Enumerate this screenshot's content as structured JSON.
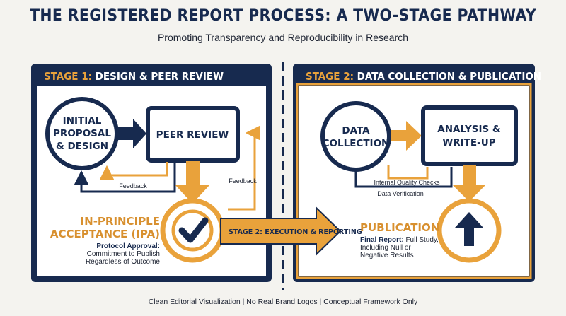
{
  "header": {
    "title": "THE REGISTERED REPORT PROCESS: A TWO-STAGE PATHWAY",
    "subtitle": "Promoting Transparency and Reproducibility in Research"
  },
  "stage1": {
    "number": "STAGE 1:",
    "name": " DESIGN & PEER REVIEW",
    "nodes": {
      "proposal": [
        "INITIAL",
        "PROPOSAL",
        "& DESIGN"
      ],
      "peer_review": "PEER REVIEW"
    },
    "feedback_left": "Feedback",
    "feedback_right": "Feedback",
    "ipa": {
      "heading": [
        "IN-PRINCIPLE",
        "ACCEPTANCE (IPA)"
      ],
      "note_bold": "Protocol Approval:",
      "note_lines": [
        "Commitment to Publish",
        "Regardless of Outcome"
      ]
    }
  },
  "stage2": {
    "number": "STAGE 2:",
    "name": " DATA COLLECTION & PUBLICATION",
    "nodes": {
      "data_collection": [
        "DATA",
        "COLLECTION"
      ],
      "analysis": [
        "ANALYSIS &",
        "WRITE-UP"
      ]
    },
    "quality_checks": "Internal Quality Checks",
    "verification": "Data Verification",
    "publication": {
      "heading": "PUBLICATION",
      "note_bold": "Final Report:",
      "note_first": " Full Study,",
      "note_lines": [
        "Including Null or",
        "Negative Results"
      ]
    }
  },
  "transition_banner": "STAGE 2: EXECUTION & REPORTING",
  "footer": "Clean Editorial Visualization | No Real Brand Logos | Conceptual Framework Only",
  "colors": {
    "navy": "#172a4f",
    "orange": "#e9a23b",
    "background": "#f4f3ef",
    "panel": "#ffffff"
  }
}
